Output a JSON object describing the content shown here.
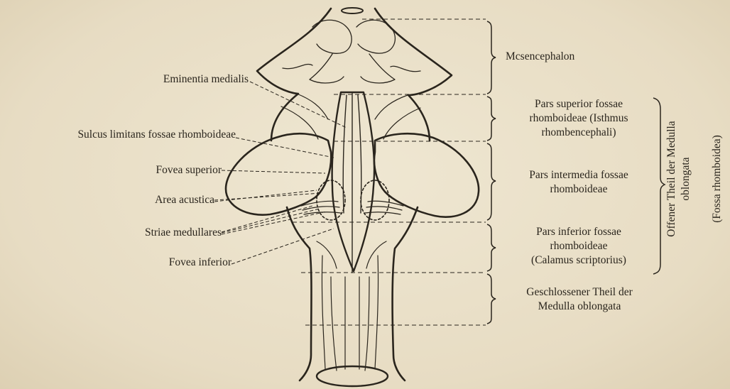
{
  "colors": {
    "paper": "#e9dfc7",
    "ink": "#2a251d"
  },
  "left_labels": {
    "eminentia": "Eminentia medialis",
    "sulcus": "Sulcus limitans fossae rhomboideae",
    "fovea_sup": "Fovea superior",
    "area": "Area acustica",
    "striae": "Striae medullares",
    "fovea_inf": "Fovea inferior"
  },
  "right_labels": {
    "mesencephalon": "Mcsencephalon",
    "pars_superior": [
      "Pars superior fossae",
      "rhomboideae (Isthmus",
      "rhombencephali)"
    ],
    "pars_intermedia": [
      "Pars intermedia fossae",
      "rhomboideae"
    ],
    "pars_inferior": [
      "Pars inferior fossae",
      "rhomboideae",
      "(Calamus scriptorius)"
    ],
    "geschlossener": [
      "Geschlossener Theil der",
      "Medulla oblongata"
    ]
  },
  "vertical_labels": {
    "offener": [
      "Offener Theil der Medulla",
      "oblongata"
    ],
    "fossa": "(Fossa rhomboidea)"
  }
}
